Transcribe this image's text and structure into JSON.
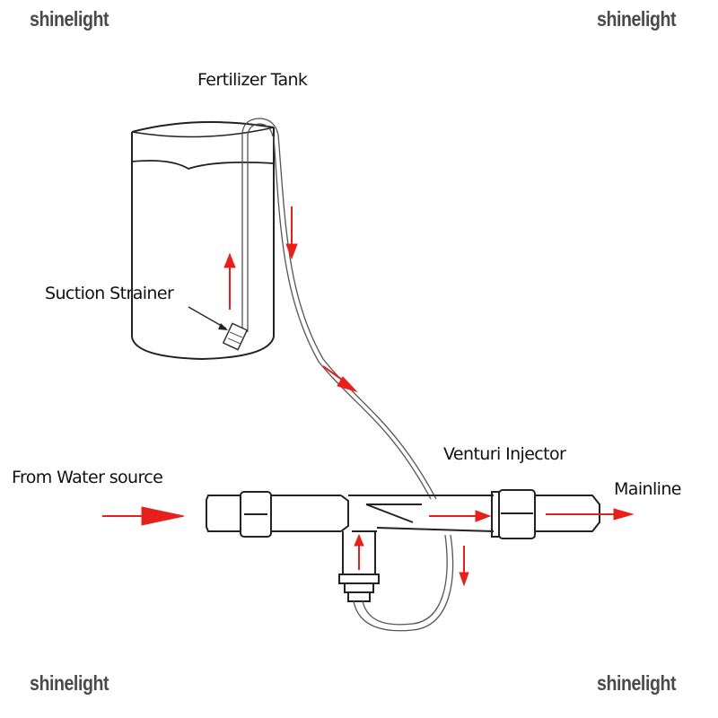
{
  "watermarks": {
    "top_left": "shinelight",
    "top_right": "shinelight",
    "bottom_left": "shinelight",
    "bottom_right": "shinelight"
  },
  "labels": {
    "fertilizer_tank": "Fertilizer Tank",
    "suction_strainer": "Suction Strainer",
    "venturi_injector": "Venturi Injector",
    "from_water_source": "From Water source",
    "mainline": "Mainline"
  },
  "colors": {
    "flow_arrow": "#e8201c",
    "line": "#222222",
    "watermark": "#4a4a4a"
  }
}
